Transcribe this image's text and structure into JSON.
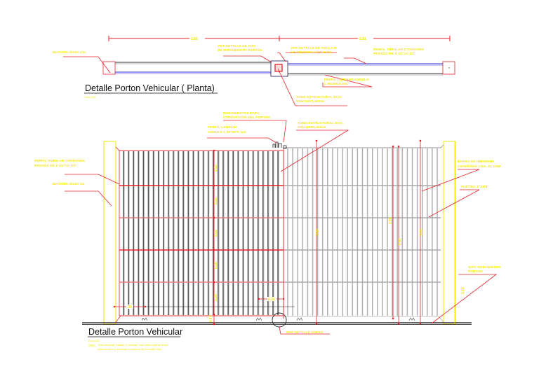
{
  "colors": {
    "background": "#ffffff",
    "annotation": "#f2e600",
    "leader": "#e8202a",
    "profile_blue": "#2b2bd6",
    "bar_dark": "#555555",
    "bar_light": "#b0b0b0",
    "pillar": "#f2e600",
    "title": "#111111"
  },
  "plan_view": {
    "title": "Detalle Porton Vehicular ( Planta)",
    "scale": "Esc:1/25",
    "dimension_left": "2.80",
    "dimension_right": "2.81",
    "labels": {
      "machon": "MACHON 20x20 c/m",
      "rodamiento_1": "VER DETALLE DE SIST.",
      "rodamiento_2": "DE RODAMIENTO PORTON",
      "anclaje_1": "VER DETALLE DE ANCLAJE",
      "anclaje_2": "DE COLUMNA METALICA",
      "perfil_tubular_1": "PERFIL TUBULAR CONDUVEN",
      "perfil_tubular_2": "PESADO DE 2-1/2\"x1-1/2\"",
      "perfil_laminar_1": "PERFIL LAMINAR ANGULO",
      "perfil_laminar_2": "L 65x65x5 mm",
      "tubo_1": "TUBO ESTRUCTURAL ECO.",
      "tubo_2": "110x110X3,40mm"
    }
  },
  "elevation_view": {
    "title": "Detalle Porton Vehicular",
    "scale": "Esc:1/25",
    "note_label": "Nota:",
    "note_line_1": "Todo material Tubular y Cabillas, solo debe aplicar fondo",
    "note_line_2": "anticorrosivo y acabado en pintura de Esmalte Rojo",
    "labels": {
      "rodamientos_1": "RODAMIENTOS PARA",
      "rodamientos_2": "CONDUCCION DEL PORTON",
      "perfil_laminar_1": "PERFIL LAMINAR",
      "perfil_laminar_2": "ANGULO L 50*50*5 mm",
      "tubo_1": "TUBO ESTRUCTURAL ECO.",
      "tubo_2": "110x110X3,40mm",
      "perfil_tubular_1": "PERFIL TUBULAR CONDUVEN",
      "perfil_tubular_2": "PESADO DE 2-1/2\"x1-1/2\"",
      "machon": "MACHON 20x30 cm",
      "barra_1": "BARRA DE HERRERIA",
      "barra_2": "CUADRADA LISA .01 1/2M",
      "pletina": "PLETINA 1\"x1/8\"",
      "sist_rod_1": "SIST. RODAMIENTO",
      "sist_rod_2": "PORTON",
      "ver_detalle_anexo": "VER DETALLE ANEXO"
    },
    "dimensions": {
      "row_heights": [
        "0.50",
        "0.50",
        "0.50",
        "0.50",
        "0.50"
      ],
      "base": "0.14",
      "left_gap": ".30",
      "right_gap": "0.30",
      "height_a": "3.00",
      "height_b": "2.85",
      "height_c": "2.97",
      "height_d": "3.00",
      "pillar_height": "3.10"
    }
  }
}
